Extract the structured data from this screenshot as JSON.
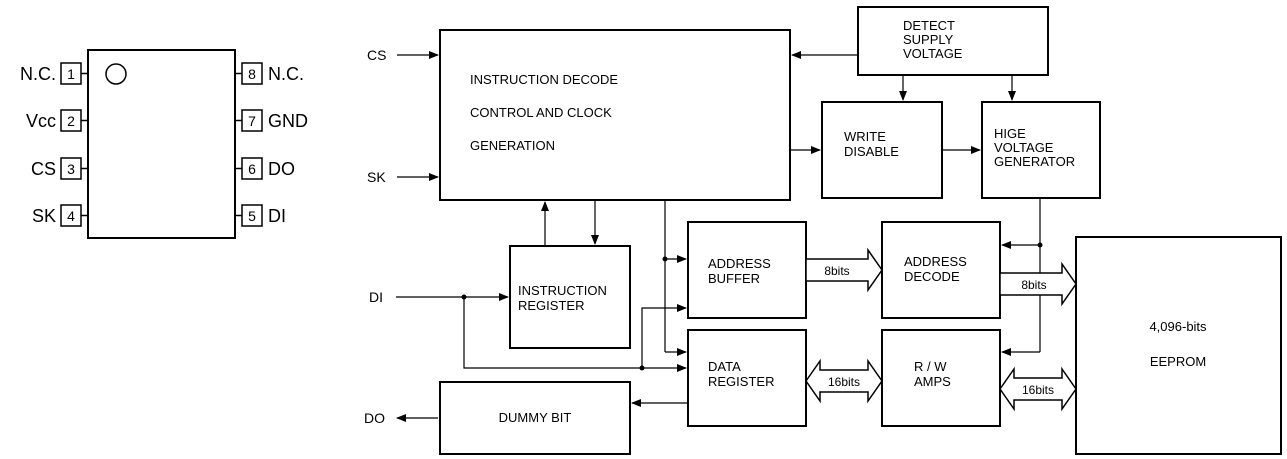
{
  "package": {
    "left_pins": [
      {
        "num": "1",
        "label": "N.C."
      },
      {
        "num": "2",
        "label": "Vcc"
      },
      {
        "num": "3",
        "label": "CS"
      },
      {
        "num": "4",
        "label": "SK"
      }
    ],
    "right_pins": [
      {
        "num": "8",
        "label": "N.C."
      },
      {
        "num": "7",
        "label": "GND"
      },
      {
        "num": "6",
        "label": "DO"
      },
      {
        "num": "5",
        "label": "DI"
      }
    ]
  },
  "signals": {
    "cs": "CS",
    "sk": "SK",
    "di": "DI",
    "do": "DO"
  },
  "blocks": {
    "instruction_decode": [
      "INSTRUCTION DECODE",
      "CONTROL AND CLOCK",
      "GENERATION"
    ],
    "detect_supply": [
      "DETECT",
      "SUPPLY",
      "VOLTAGE"
    ],
    "write_disable": [
      "WRITE",
      "DISABLE"
    ],
    "high_voltage": [
      "HIGE",
      "VOLTAGE",
      "GENERATOR"
    ],
    "instruction_register": [
      "INSTRUCTION",
      "REGISTER"
    ],
    "address_buffer": [
      "ADDRESS",
      "BUFFER"
    ],
    "address_decode": [
      "ADDRESS",
      "DECODE"
    ],
    "data_register": [
      "DATA",
      "REGISTER"
    ],
    "rw_amps": [
      "R / W",
      "AMPS"
    ],
    "eeprom": [
      "4,096-bits",
      "EEPROM"
    ],
    "dummy_bit": [
      "DUMMY BIT"
    ]
  },
  "buses": {
    "addr_buf_to_dec": "8bits",
    "addr_dec_to_eeprom": "8bits",
    "data_reg_amps": "16bits",
    "amps_eeprom": "16bits"
  }
}
